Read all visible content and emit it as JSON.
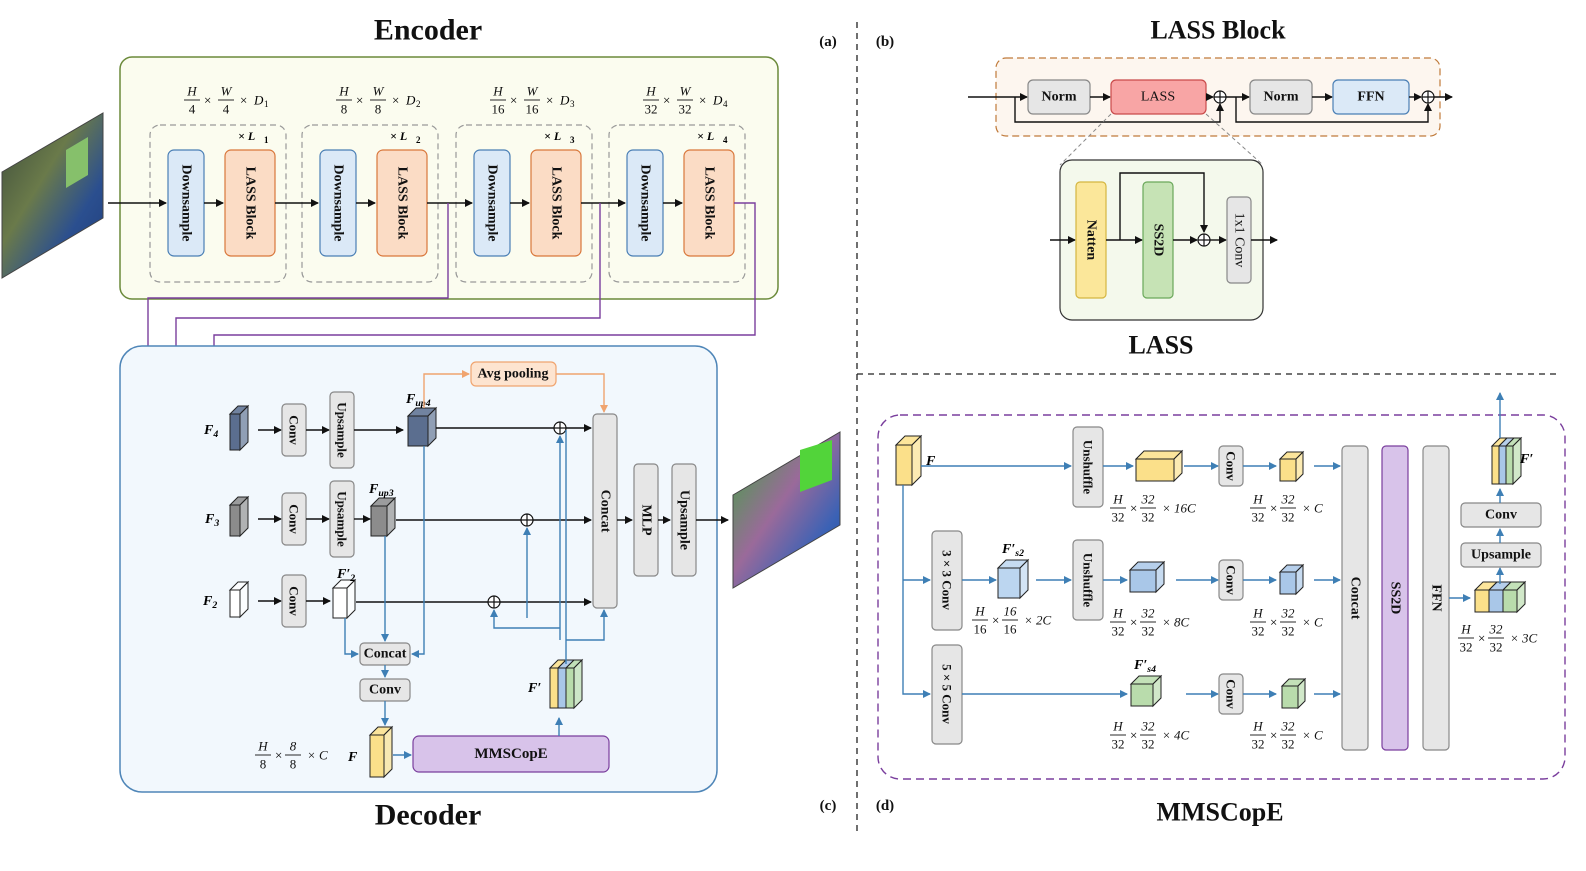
{
  "titles": {
    "encoder": "Encoder",
    "decoder": "Decoder",
    "lass_block": "LASS Block",
    "lass": "LASS",
    "mmscope": "MMSCopE"
  },
  "panel_labels": {
    "a": "(a)",
    "b": "(b)",
    "c": "(c)",
    "d": "(d)"
  },
  "encoder": {
    "downsample": "Downsample",
    "lass_block": "LASS Block",
    "stages": [
      {
        "den": "4",
        "depth_sub": "1",
        "layers": "× L",
        "layer_sub": "1"
      },
      {
        "den": "8",
        "depth_sub": "2",
        "layers": "× L",
        "layer_sub": "2"
      },
      {
        "den": "16",
        "depth_sub": "3",
        "layers": "× L",
        "layer_sub": "3"
      },
      {
        "den": "32",
        "depth_sub": "4",
        "layers": "× L",
        "layer_sub": "4"
      }
    ]
  },
  "decoder": {
    "conv": "Conv",
    "upsample": "Upsample",
    "avg_pooling": "Avg pooling",
    "concat": "Concat",
    "mlp": "MLP",
    "mmscope": "MMSCopE",
    "f4": "F",
    "f4_sub": "4",
    "f3": "F",
    "f3_sub": "3",
    "f2": "F",
    "f2_sub": "2",
    "fup4": "F",
    "fup4_sub": "up4",
    "fup3": "F",
    "fup3_sub": "up3",
    "f2p": "F′",
    "f2p_sub": "2",
    "fprime": "F′",
    "f": "F",
    "size_num_h": "H",
    "size_num_w": "W",
    "size_den": "8",
    "size_ch": "× C"
  },
  "lass_block": {
    "norm": "Norm",
    "lass": "LASS",
    "ffn": "FFN",
    "natten": "Natten",
    "ss2d": "SS2D",
    "conv1x1": "1x1 Conv"
  },
  "mmscope": {
    "f": "F",
    "unshuffle": "Unshuffle",
    "conv": "Conv",
    "conv3": "3 × 3 Conv",
    "conv5": "5 × 5 Conv",
    "concat": "Concat",
    "ss2d": "SS2D",
    "ffn": "FFN",
    "upsample": "Upsample",
    "fprime": "F′",
    "fs2": "F′",
    "fs2_sub": "s2",
    "fs4": "F′",
    "fs4_sub": "s4",
    "sizes": [
      {
        "den": "32",
        "ch": "× 16C"
      },
      {
        "den": "32",
        "ch": "× C"
      },
      {
        "den": "16",
        "ch": "× 2C"
      },
      {
        "den": "32",
        "ch": "× 8C"
      },
      {
        "den": "32",
        "ch": "× C"
      },
      {
        "den": "32",
        "ch": "× 3C"
      },
      {
        "den": "32",
        "ch": "× 4C"
      },
      {
        "den": "32",
        "ch": "× C"
      }
    ],
    "size_num_h": "H",
    "size_num_w": "W"
  },
  "colors": {
    "encoder_bg": "#fbfcef",
    "encoder_border": "#6b8a3a",
    "decoder_bg": "#f2f8fd",
    "decoder_border": "#4f86b8",
    "downsample": "#dbe9f7",
    "lassblock": "#fbdcc5",
    "purple_line": "#7a3e9d",
    "blue_line": "#3e7fb5",
    "orange_line": "#f0a46f",
    "mmscope_fill": "#d8c3ea",
    "gray_box": "#e6e6e6",
    "lass_red": "#f8a5a5",
    "ffn_blue": "#dbe9f7",
    "natten_yellow": "#fbe79a",
    "ss2d_green": "#c6e3b5"
  }
}
